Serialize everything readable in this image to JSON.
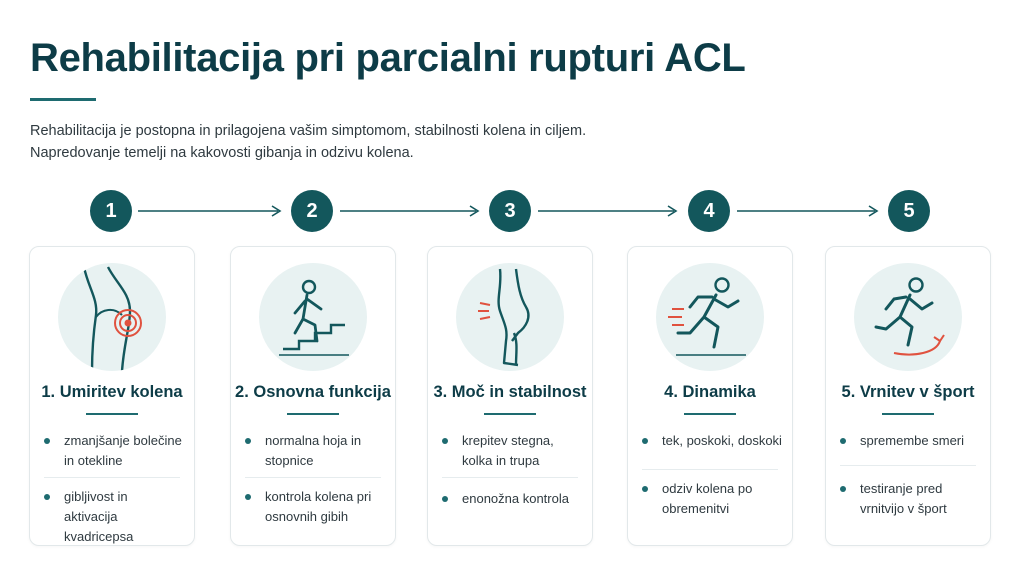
{
  "title": "Rehabilitacija pri parcialni rupturi ACL",
  "intro": "Rehabilitacija je postopna in prilagojena vašim simptomom, stabilnosti kolena in ciljem. Napredovanje temelji na kakovosti gibanja in odzivu kolena.",
  "colors": {
    "primary": "#13575c",
    "accent": "#e0523f",
    "disc": "#e8f2f2"
  },
  "steps": [
    {
      "number": "1",
      "title": "1. Umiritev kolena",
      "icon": "knee-pain-icon",
      "bullets": [
        "zmanjšanje bolečine in otekline",
        "gibljivost in aktivacija kvadricepsa"
      ]
    },
    {
      "number": "2",
      "title": "2. Osnovna funkcija",
      "icon": "stairs-walking-icon",
      "bullets": [
        "normalna hoja in stopnice",
        "kontrola kolena pri osnovnih gibih"
      ]
    },
    {
      "number": "3",
      "title": "3. Moč in stabilnost",
      "icon": "leg-strength-icon",
      "bullets": [
        "krepitev stegna, kolka in trupa",
        "enonožna kontrola"
      ]
    },
    {
      "number": "4",
      "title": "4. Dinamika",
      "icon": "running-icon",
      "bullets": [
        "tek, poskoki, doskoki",
        "odziv kolena po obremenitvi"
      ]
    },
    {
      "number": "5",
      "title": "5. Vrnitev v šport",
      "icon": "sport-return-icon",
      "bullets": [
        "spremembe smeri",
        "testiranje pred vrnitvijo v šport"
      ]
    }
  ]
}
